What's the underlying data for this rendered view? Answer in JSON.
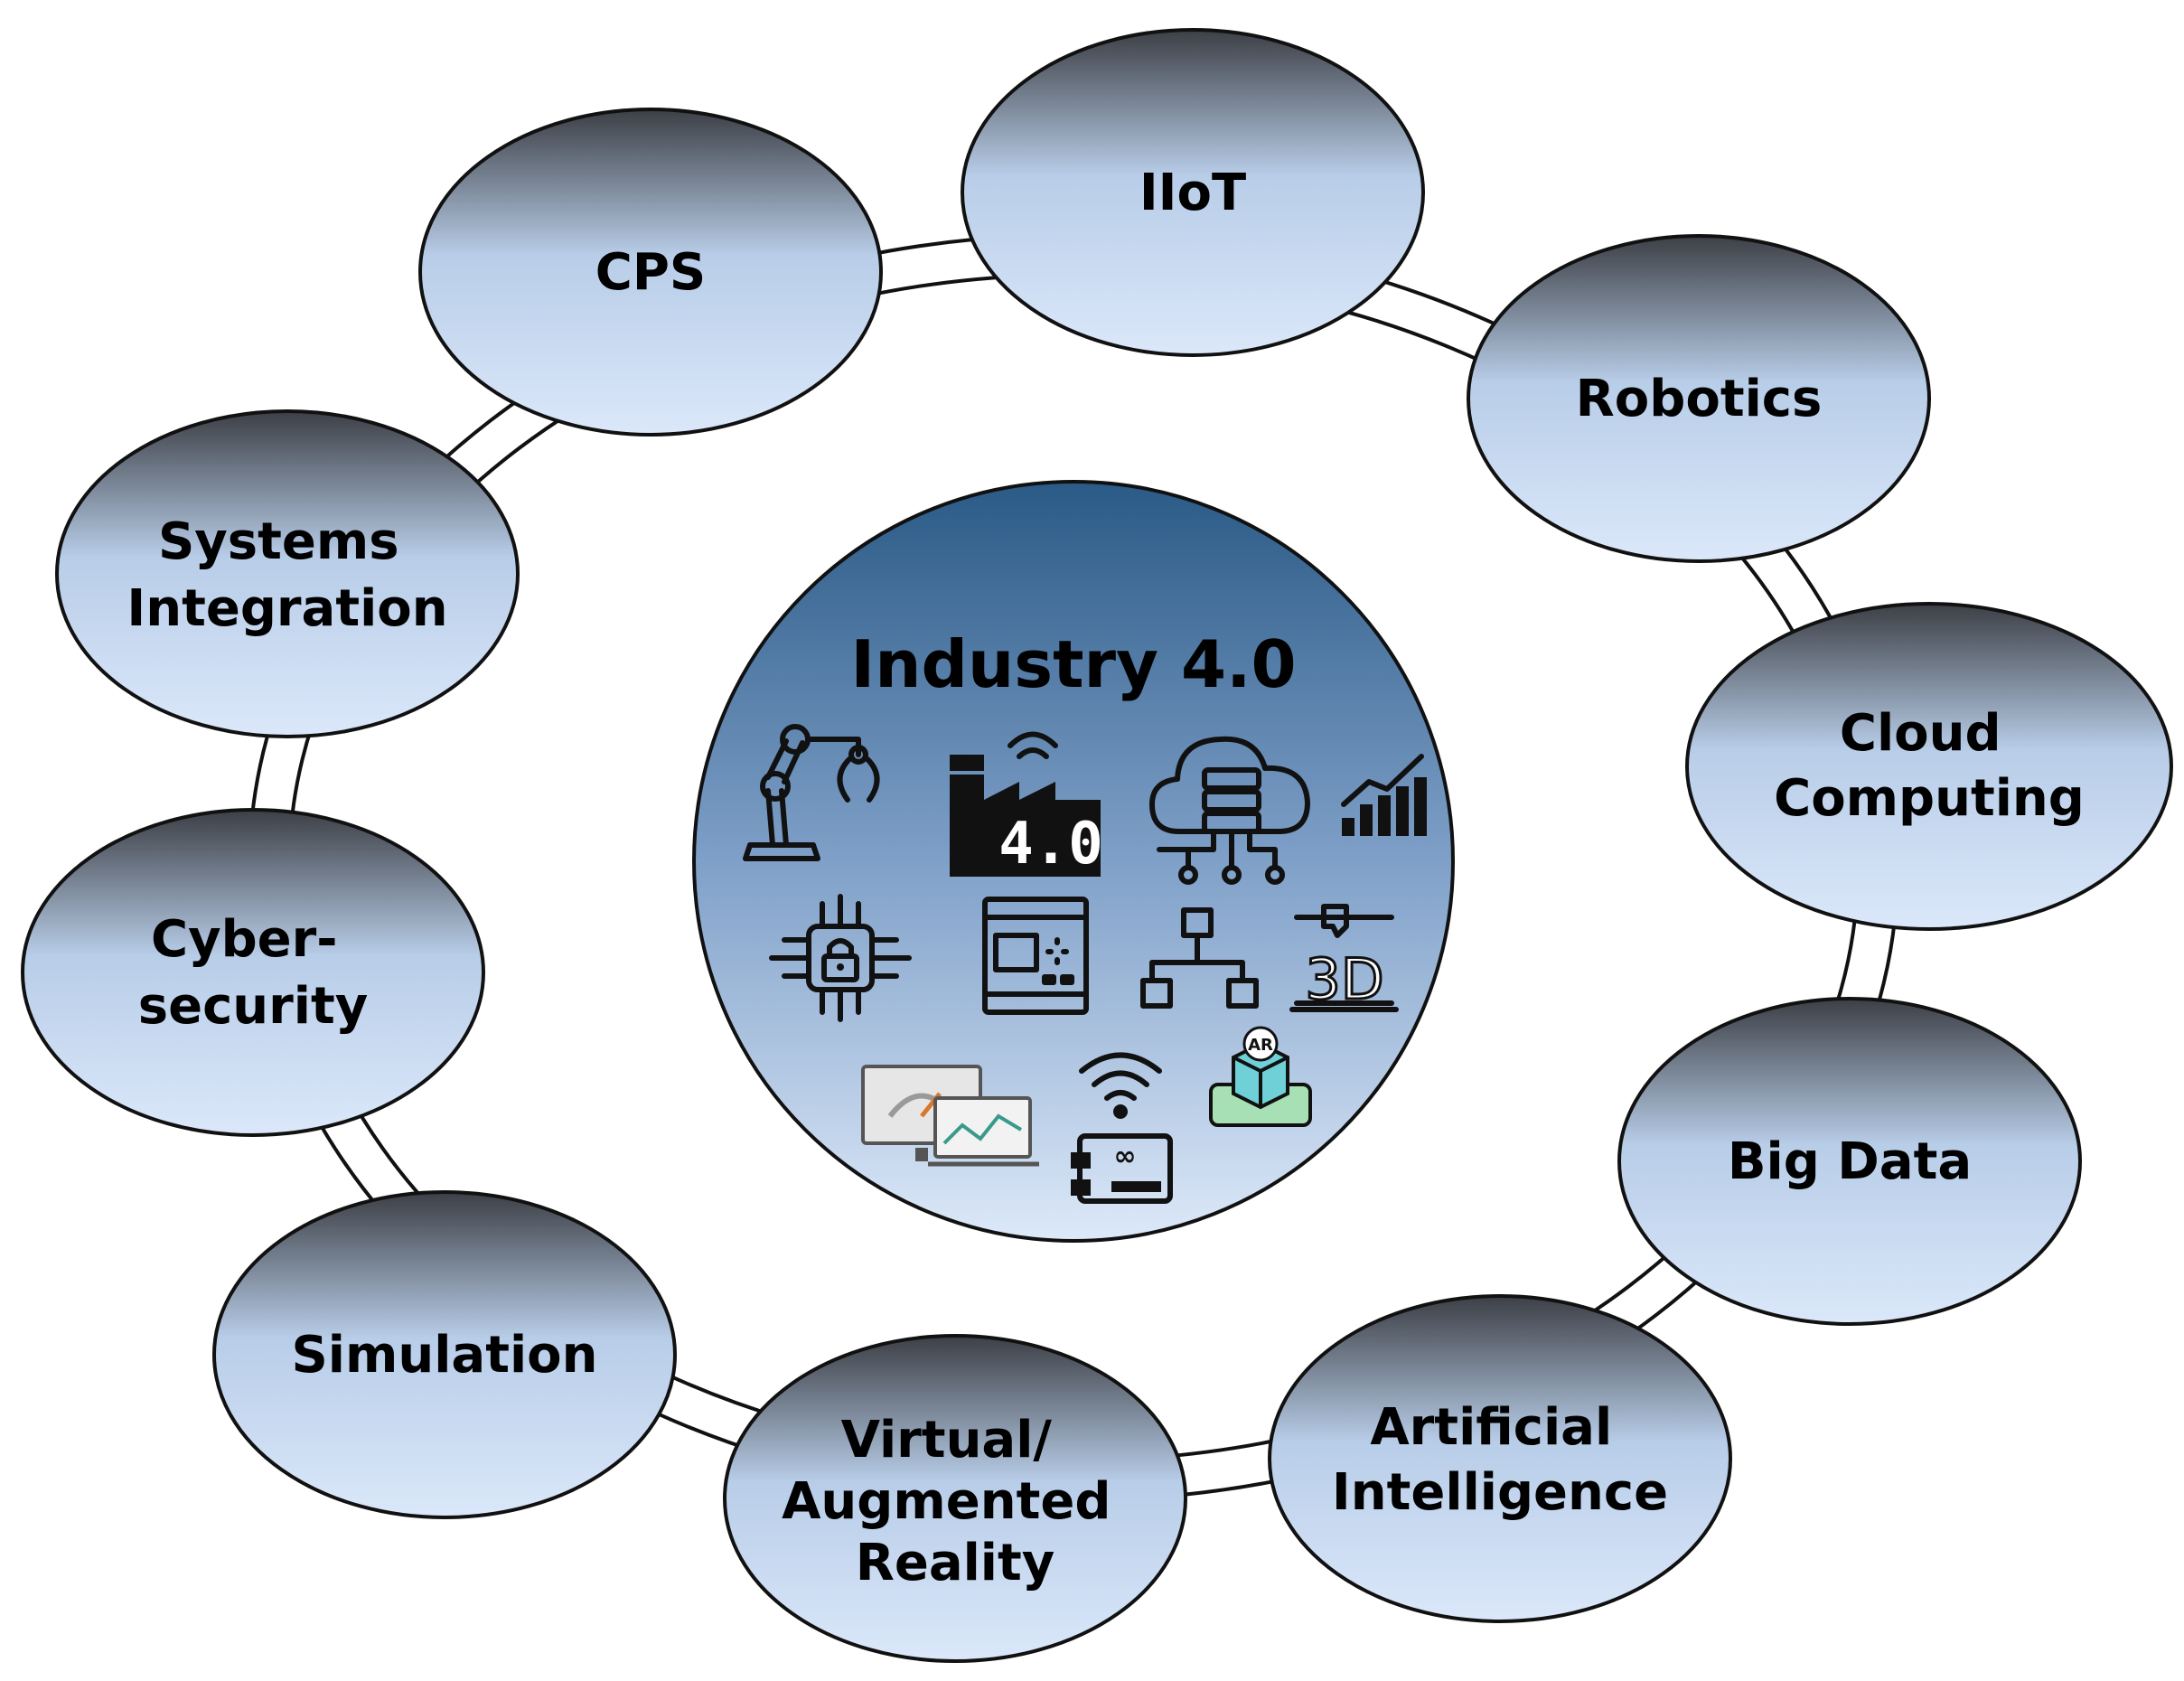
{
  "center": {
    "title": "Industry 4.0",
    "factory_badge": "4.0",
    "printer_badge": "3D",
    "ar_badge": "AR",
    "arduino_badge": "∞"
  },
  "nodes": [
    {
      "id": "cps",
      "lines": [
        "CPS"
      ]
    },
    {
      "id": "iiot",
      "lines": [
        "IIoT"
      ]
    },
    {
      "id": "robotics",
      "lines": [
        "Robotics"
      ]
    },
    {
      "id": "cloud",
      "lines": [
        "Cloud",
        "Computing"
      ]
    },
    {
      "id": "bigdata",
      "lines": [
        "Big Data"
      ]
    },
    {
      "id": "ai",
      "lines": [
        "Artificial",
        "Intelligence"
      ]
    },
    {
      "id": "vr",
      "lines": [
        "Virtual/",
        "Augmented",
        "Reality"
      ]
    },
    {
      "id": "simulation",
      "lines": [
        "Simulation"
      ]
    },
    {
      "id": "cyber",
      "lines": [
        "Cyber-",
        "security"
      ]
    },
    {
      "id": "sysint",
      "lines": [
        "Systems",
        "Integration"
      ]
    }
  ],
  "icons": [
    "robot-arm-icon",
    "factory-4-0-icon",
    "cloud-server-icon",
    "growth-chart-icon",
    "security-chip-icon",
    "plc-controller-icon",
    "network-icon",
    "3d-printer-icon",
    "monitoring-screens-icon",
    "wifi-icon",
    "ar-cube-icon",
    "arduino-board-icon"
  ],
  "colors": {
    "node_top": "#3c3f45",
    "node_bottom": "#dbe8fa",
    "center_top": "#2a5a86",
    "center_bottom": "#dde9f9",
    "outline": "#111111"
  }
}
